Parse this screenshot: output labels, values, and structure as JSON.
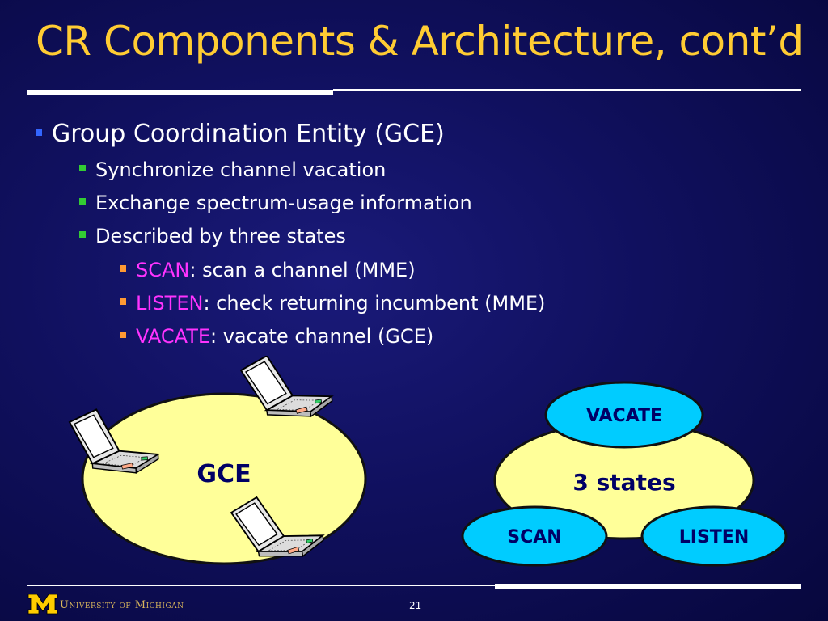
{
  "slide": {
    "title": "CR Components & Architecture, cont’d",
    "footer": {
      "university": "University of Michigan",
      "page_number": "21"
    }
  },
  "bullets": {
    "level1": "Group Coordination Entity (GCE)",
    "level2": [
      "Synchronize channel vacation",
      "Exchange spectrum-usage information",
      "Described by three states"
    ],
    "level3": [
      {
        "term": "SCAN",
        "desc": ": scan a channel (MME)"
      },
      {
        "term": "LISTEN",
        "desc": ": check returning incumbent (MME)"
      },
      {
        "term": "VACATE",
        "desc": ": vacate channel (GCE)"
      }
    ]
  },
  "diagram": {
    "gce_label": "GCE",
    "states_label": "3 states",
    "state_nodes": [
      "VACATE",
      "SCAN",
      "LISTEN"
    ]
  },
  "colors": {
    "title": "#ffcc33",
    "state_term": "#ff33ff",
    "ellipse_fill": "#ffff99",
    "state_node_fill": "#00ccff",
    "diagram_text": "#000066"
  }
}
